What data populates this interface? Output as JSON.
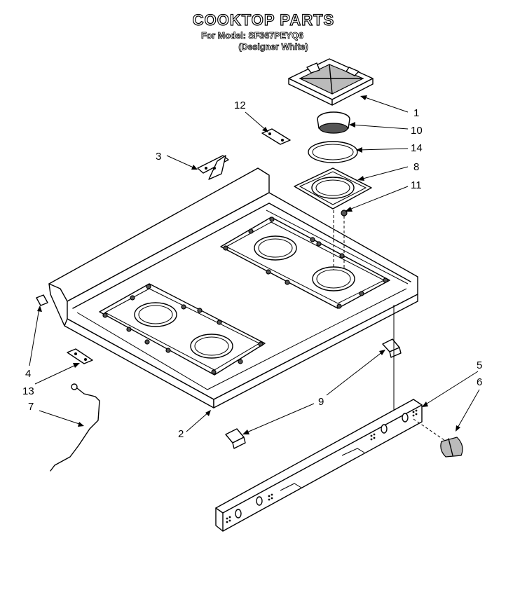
{
  "header": {
    "title": "COOKTOP PARTS",
    "model_line": "For Model: SF367PEYQ6",
    "color_line": "(Designer White)"
  },
  "callouts": [
    "1",
    "10",
    "14",
    "8",
    "11",
    "12",
    "3",
    "4",
    "13",
    "7",
    "2",
    "9",
    "5",
    "6"
  ]
}
